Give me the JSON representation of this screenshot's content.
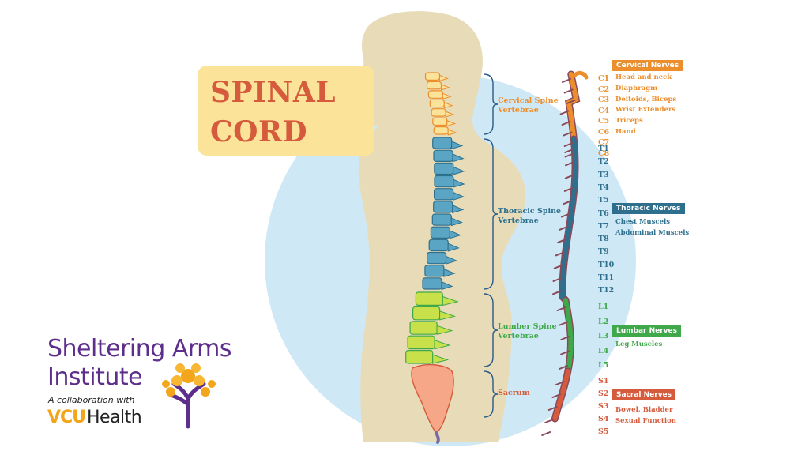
{
  "title": {
    "line1": "SPINAL",
    "line2": "CORD"
  },
  "spine_regions": [
    {
      "key": "cervical",
      "lines": [
        "Cervical Spine",
        "Vertebrae"
      ],
      "color": "#ec8e2c"
    },
    {
      "key": "thoracic",
      "lines": [
        "Thoracic Spine",
        "Vertebrae"
      ],
      "color": "#2e6f8e"
    },
    {
      "key": "lumbar",
      "lines": [
        "Lumber Spine",
        "Vertebrae"
      ],
      "color": "#3fa94a"
    },
    {
      "key": "sacrum",
      "lines": [
        "Sacrum"
      ],
      "color": "#d65a3c"
    }
  ],
  "nerve_groups": [
    {
      "key": "cervical",
      "title": "Cervical Nerves",
      "color": "#ec8e2c",
      "functions": [
        "Head and neck",
        "Diaphragm",
        "Deltoids, Biceps",
        "Wrist Extenders",
        "Triceps",
        "Hand"
      ]
    },
    {
      "key": "thoracic",
      "title": "Thoracic Nerves",
      "color": "#2e6f8e",
      "functions": [
        "Chest Muscels",
        "Abdominal Muscels"
      ]
    },
    {
      "key": "lumbar",
      "title": "Lumbar Nerves",
      "color": "#3fa94a",
      "functions": [
        "Leg Muscles"
      ]
    },
    {
      "key": "sacral",
      "title": "Sacral Nerves",
      "color": "#d65a3c",
      "functions": [
        "Bowel, Bladder",
        "Sexual Function"
      ]
    }
  ],
  "cervical_nerves": [
    "C1",
    "C2",
    "C3",
    "C4",
    "C5",
    "C6",
    "C7",
    "C8"
  ],
  "thoracic_nerves": [
    "T1",
    "T2",
    "T3",
    "T4",
    "T5",
    "T6",
    "T7",
    "T8",
    "T9",
    "T10",
    "T11",
    "T12"
  ],
  "lumbar_nerves": [
    "L1",
    "L2",
    "L3",
    "L4",
    "L5"
  ],
  "sacral_nerves": [
    "S1",
    "S2",
    "S3",
    "S4",
    "S5"
  ],
  "logo": {
    "line1": "Sheltering Arms",
    "line2": "Institute",
    "collab": "A collaboration with",
    "vcu": "VCU",
    "health": "Health"
  },
  "colors": {
    "circle": "#cfe8f5",
    "silhouette": "#e8dcb8",
    "title_box": "#fbe39a",
    "title_text": "#d65a3c",
    "bracket": "#2a5a86",
    "cord_outline": "#8a4a5a",
    "logo_purple": "#5d2e8c",
    "logo_gold": "#f3a51b"
  }
}
